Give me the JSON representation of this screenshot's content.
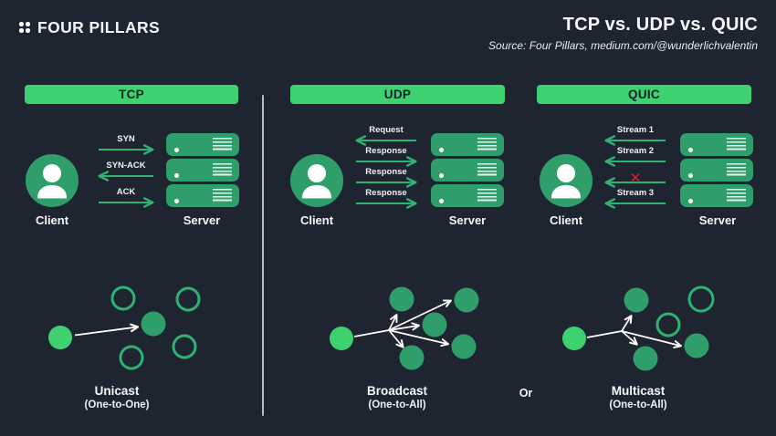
{
  "header": {
    "logo_text": "FOUR PILLARS",
    "title": "TCP vs. UDP vs. QUIC",
    "source": "Source: Four Pillars, medium.com/@wunderlichvalentin"
  },
  "colors": {
    "background": "#1e2530",
    "accent_bright_green": "#3ed16f",
    "node_green": "#2f9e6a",
    "arrow_green": "#2fb271",
    "error_red": "#e81c26",
    "text_white": "#f4f6f8"
  },
  "protocols": [
    {
      "name": "TCP",
      "client_label": "Client",
      "server_label": "Server",
      "arrows": [
        {
          "label": "SYN",
          "direction": "right"
        },
        {
          "label": "SYN-ACK",
          "direction": "left"
        },
        {
          "label": "ACK",
          "direction": "right"
        }
      ]
    },
    {
      "name": "UDP",
      "client_label": "Client",
      "server_label": "Server",
      "arrows": [
        {
          "label": "Request",
          "direction": "left"
        },
        {
          "label": "Response",
          "direction": "right"
        },
        {
          "label": "Response",
          "direction": "right"
        },
        {
          "label": "Response",
          "direction": "right"
        }
      ]
    },
    {
      "name": "QUIC",
      "client_label": "Client",
      "server_label": "Server",
      "arrows": [
        {
          "label": "Stream 1",
          "direction": "left"
        },
        {
          "label": "Stream 2",
          "direction": "left"
        },
        {
          "label": "",
          "direction": "left",
          "broken": true,
          "x_mark": "✕"
        },
        {
          "label": "Stream 3",
          "direction": "left"
        }
      ]
    }
  ],
  "topologies": [
    {
      "name": "Unicast",
      "subtitle": "(One-to-One)"
    },
    {
      "name": "Broadcast",
      "subtitle": "(One-to-All)"
    },
    {
      "name": "Multicast",
      "subtitle": "(One-to-All)"
    }
  ],
  "or_label": "Or"
}
